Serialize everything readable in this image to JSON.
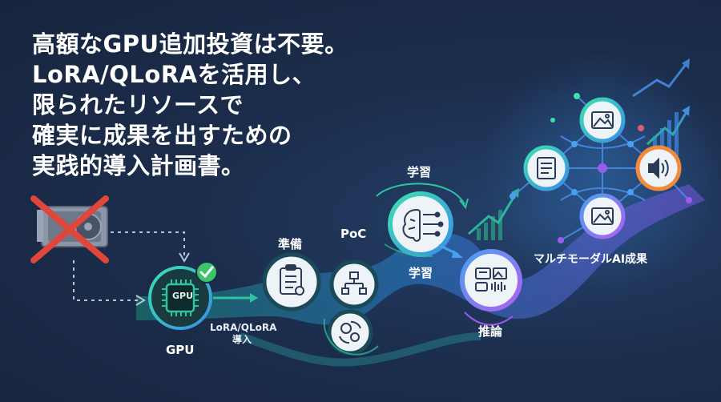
{
  "headline": {
    "lines": [
      "高額なGPU追加投資は不要。",
      "LoRA/QLoRAを活用し、",
      "限られたリソースで",
      "確実に成果を出すための",
      "実践的導入計画書。"
    ]
  },
  "labels": {
    "gpu": "GPU",
    "gpu_chip": "GPU",
    "lora_line1": "LoRA/QLoRA",
    "lora_line2": "導入",
    "prep": "準備",
    "poc": "PoC",
    "learning_top": "学習",
    "learning_bottom": "学習",
    "inference": "推論",
    "multimodal": "マルチモーダルAI成果"
  },
  "colors": {
    "background": "#1b2a45",
    "accent_teal": "#2ec4a0",
    "accent_blue": "#3a8ee8",
    "accent_purple": "#9a5cf0",
    "cross_red": "#e0463c",
    "check_green": "#3cc46a",
    "text": "#ffffff"
  },
  "icons": [
    "crossed-gpu-card-icon",
    "gpu-chip-icon",
    "checkmark-icon",
    "checklist-icon",
    "network-icon",
    "gear-cycle-icon",
    "brain-icon",
    "multimodal-media-icon",
    "document-icon",
    "image-icon",
    "audio-icon",
    "growth-arrow-icon"
  ]
}
